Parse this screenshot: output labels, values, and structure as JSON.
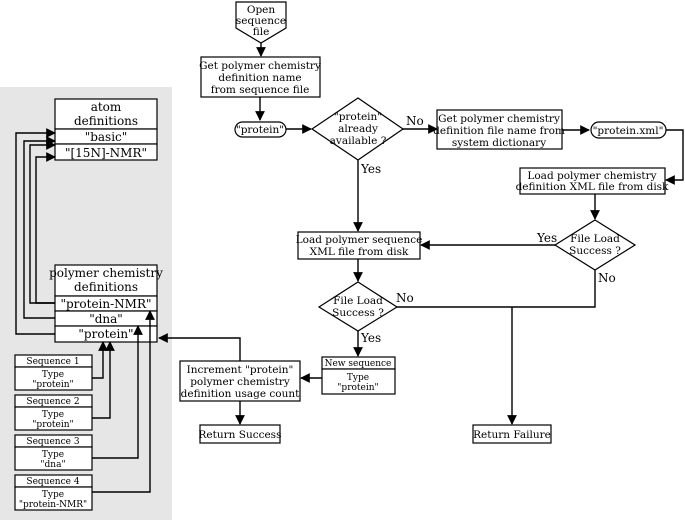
{
  "flowchart": {
    "start": [
      "Open",
      "sequence",
      "file"
    ],
    "get_name": [
      "Get polymer chemistry",
      "definition name",
      "from sequence file"
    ],
    "protein_pill": "\"protein\"",
    "already_available": [
      "\"protein\"",
      "already",
      "available ?"
    ],
    "get_filename": [
      "Get polymer chemistry",
      "definition file name from",
      "system dictionary"
    ],
    "protein_xml_pill": "\"protein.xml\"",
    "load_def": [
      "Load polymer chemistry",
      "definition XML file from disk"
    ],
    "file_load_1": [
      "File Load",
      "Success ?"
    ],
    "load_seq": [
      "Load polymer sequence",
      "XML file from disk"
    ],
    "file_load_2": [
      "File Load",
      "Success ?"
    ],
    "new_sequence": {
      "title": "New sequence",
      "lines": [
        "Type",
        "\"protein\""
      ]
    },
    "increment": [
      "Increment \"protein\"",
      "polymer chemistry",
      "definition usage count"
    ],
    "return_success": "Return Success",
    "return_failure": "Return Failure",
    "labels": {
      "no_1": "No",
      "yes_1": "Yes",
      "yes_2": "Yes",
      "no_2": "No",
      "no_3": "No",
      "yes_3": "Yes"
    }
  },
  "panel": {
    "atom_defs": {
      "title": [
        "atom",
        "definitions"
      ],
      "items": [
        "\"basic\"",
        "\"[15N]-NMR\""
      ]
    },
    "polymer_defs": {
      "title": [
        "polymer chemistry",
        "definitions"
      ],
      "items": [
        "\"protein-NMR\"",
        "\"dna\"",
        "\"protein\""
      ]
    },
    "sequences": [
      {
        "title": "Sequence 1",
        "lines": [
          "Type",
          "\"protein\""
        ]
      },
      {
        "title": "Sequence 2",
        "lines": [
          "Type",
          "\"protein\""
        ]
      },
      {
        "title": "Sequence 3",
        "lines": [
          "Type",
          "\"dna\""
        ]
      },
      {
        "title": "Sequence 4",
        "lines": [
          "Type",
          "\"protein-NMR\""
        ]
      }
    ]
  },
  "colors": {
    "panel": "#e6e6e6",
    "stroke": "#000000",
    "fill": "#ffffff"
  }
}
